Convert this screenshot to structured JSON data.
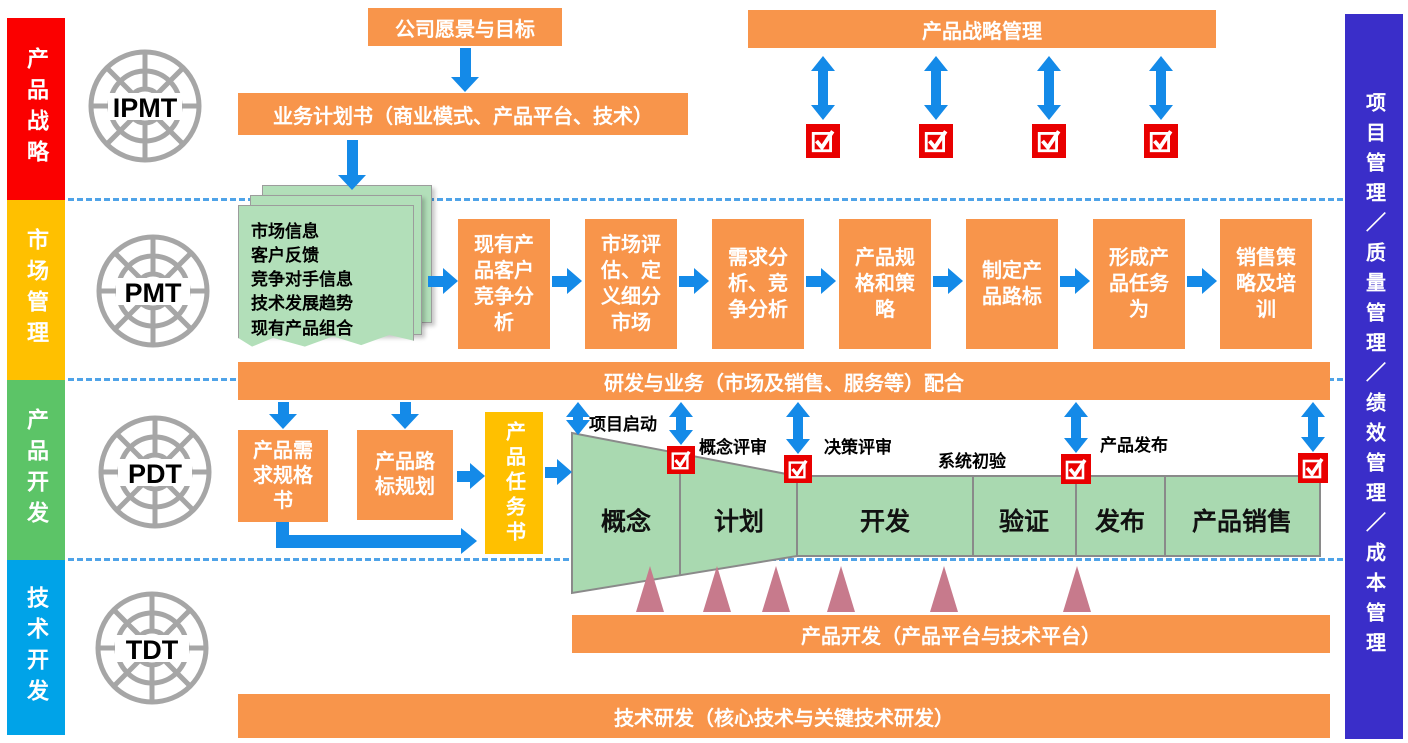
{
  "lanes": [
    {
      "label": "产品战略",
      "color": "#FB0000"
    },
    {
      "label": "市场管理",
      "color": "#FFC000"
    },
    {
      "label": "产品开发",
      "color": "#5CC467"
    },
    {
      "label": "技术开发",
      "color": "#00A3E8"
    }
  ],
  "right_bar": {
    "label": "项目管理／质量管理／绩效管理／成本管理",
    "color": "#3A2EC9"
  },
  "teams": [
    {
      "label": "IPMT"
    },
    {
      "label": "PMT"
    },
    {
      "label": "PDT"
    },
    {
      "label": "TDT"
    }
  ],
  "strategy": {
    "vision": "公司愿景与目标",
    "business_plan": "业务计划书（商业模式、产品平台、技术）",
    "mgmt_bar": "产品战略管理",
    "checkpoint_count": 4
  },
  "note": {
    "lines": [
      "市场信息",
      "客户反馈",
      "竞争对手信息",
      "技术发展趋势",
      "现有产品组合"
    ]
  },
  "market_steps": [
    "现有产品客户竞争分析",
    "市场评估、定义细分市场",
    "需求分析、竞争分析",
    "产品规格和策略",
    "制定产品路标",
    "形成产品任务为",
    "销售策略及培训"
  ],
  "collab": {
    "label": "研发与业务（市场及销售、服务等）配合"
  },
  "pdt": {
    "req": "产品需求规格书",
    "roadmap": "产品路标规划",
    "charter": "产品任务书"
  },
  "funnel": {
    "phases": [
      "概念",
      "计划",
      "开发",
      "验证",
      "发布",
      "产品销售"
    ],
    "gates": [
      "项目启动",
      "概念评审",
      "决策评审",
      "系统初验",
      "产品发布"
    ],
    "fill_color": "#A9D9B0",
    "milestone_triangle_count": 6
  },
  "bars": {
    "product_dev": "产品开发（产品平台与技术平台）",
    "tech_dev": "技术研发（核心技术与关键技术研发）"
  },
  "colors": {
    "process_orange": "#F8954B",
    "arrow_blue": "#148AE8",
    "gate_marker_red": "#E90000",
    "charter_gold": "#FFC000",
    "triangle_pink": "#C77A8C"
  }
}
